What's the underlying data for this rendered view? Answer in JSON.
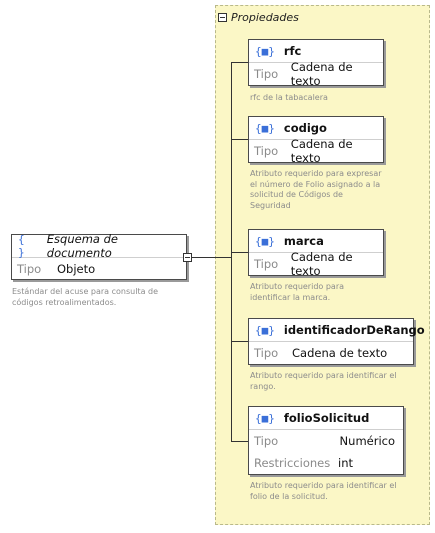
{
  "panel": {
    "title": "Propiedades"
  },
  "root": {
    "icon": "{ }",
    "title": "Esquema de documento",
    "tipo_key": "Tipo",
    "tipo_val": "Objeto",
    "desc": [
      "Estándar del acuse para consulta de",
      "códigos retroalimentados."
    ]
  },
  "props": [
    {
      "icon": "{■}",
      "name": "rfc",
      "tipo_key": "Tipo",
      "tipo_val": "Cadena de texto",
      "desc": [
        "rfc de la tabacalera"
      ]
    },
    {
      "icon": "{■}",
      "name": "codigo",
      "tipo_key": "Tipo",
      "tipo_val": "Cadena de texto",
      "desc": [
        "Atributo requerido para expresar",
        "el número de Folio asignado a la",
        "solicitud de Códigos de",
        "Seguridad"
      ]
    },
    {
      "icon": "{■}",
      "name": "marca",
      "tipo_key": "Tipo",
      "tipo_val": "Cadena de texto",
      "desc": [
        "Atributo requerido para",
        "identificar la marca."
      ]
    },
    {
      "icon": "{■}",
      "name": "identificadorDeRango",
      "tipo_key": "Tipo",
      "tipo_val": "Cadena de texto",
      "desc": [
        "Atributo requerido para identificar el",
        "rango."
      ]
    },
    {
      "icon": "{■}",
      "name": "folioSolicitud",
      "tipo_key": "Tipo",
      "tipo_val": "Numérico",
      "restr_key": "Restricciones",
      "restr_val": "int",
      "desc": [
        "Atributo requerido para identificar el",
        "folio de la solicitud."
      ]
    }
  ]
}
